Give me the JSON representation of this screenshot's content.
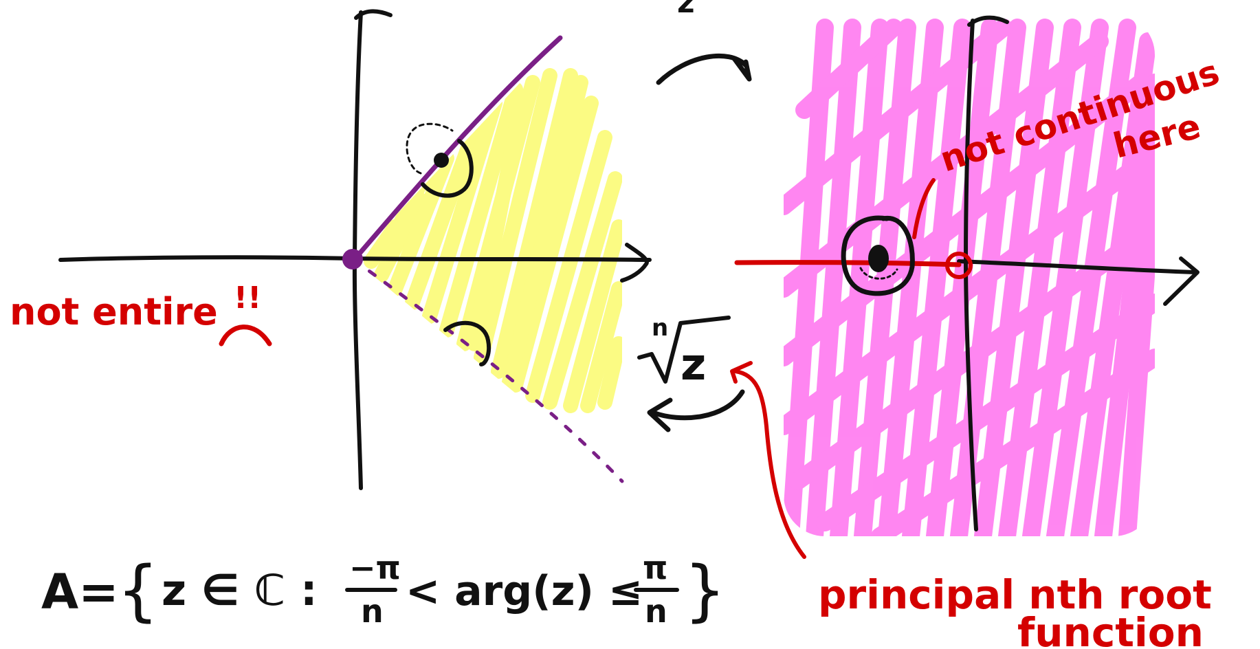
{
  "colors": {
    "ink": "#111111",
    "red": "#d40000",
    "purple": "#7a1f86",
    "yellow": "#fbfb7d",
    "pink": "#ff7af0"
  },
  "labels": {
    "top_z": "z",
    "not_entire": "not entire",
    "exclaim": "!!",
    "not_continuous_line1": "not continuous",
    "not_continuous_line2": "here",
    "principal_line1": "principal nth root",
    "principal_line2": "function",
    "root_index": "n",
    "root_radicand": "z"
  },
  "formula": {
    "lhs": "A=",
    "open_brace": "{",
    "set_var": "z ∈ ℂ :",
    "left_num": "−π",
    "left_den": "n",
    "middle": "< arg(z) ≤",
    "right_num": "π",
    "right_den": "n",
    "close_brace": "}"
  }
}
